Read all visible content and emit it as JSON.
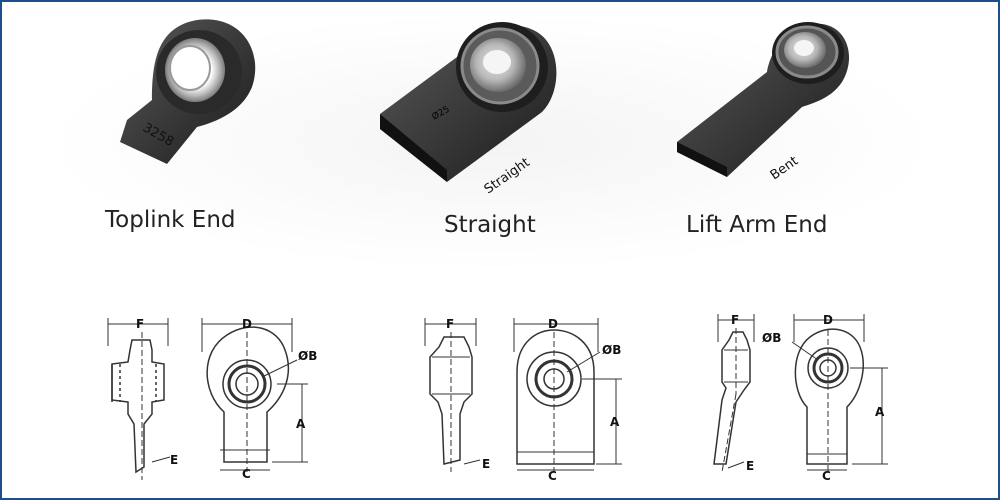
{
  "products": [
    {
      "caption": "Toplink End",
      "stamp": ""
    },
    {
      "caption": "Straight",
      "stamp": "Straight"
    },
    {
      "caption": "Lift Arm End",
      "stamp": "Bent"
    }
  ],
  "dimension_labels": {
    "toplink": {
      "F": "F",
      "D": "D",
      "B": "ØB",
      "A": "A",
      "C": "C",
      "E": "E"
    },
    "straight": {
      "F": "F",
      "D": "D",
      "B": "ØB",
      "A": "A",
      "C": "C",
      "E": "E"
    },
    "lift": {
      "F": "F",
      "D": "D",
      "B": "ØB",
      "A": "A",
      "C": "C",
      "E": "E"
    }
  },
  "colors": {
    "border": "#1f4e8c",
    "metal": "#2b2b2b",
    "line": "#333333"
  }
}
